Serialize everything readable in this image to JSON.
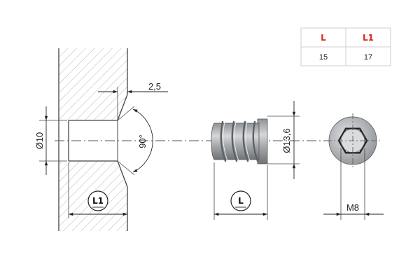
{
  "table": {
    "headers": [
      "L",
      "L1"
    ],
    "rows": [
      [
        "15",
        "17"
      ]
    ],
    "header_color": "#d7281f"
  },
  "dimensions": {
    "hole_diameter": "Ø10",
    "countersink_depth": "2,5",
    "countersink_angle": "90°",
    "insert_diameter": "Ø13,6",
    "thread": "M8",
    "hole_length_label": "L1",
    "insert_length_label": "L"
  },
  "colors": {
    "line": "#333333",
    "hatch": "#bbbbbb",
    "insert_body": "#a6a9ac"
  }
}
